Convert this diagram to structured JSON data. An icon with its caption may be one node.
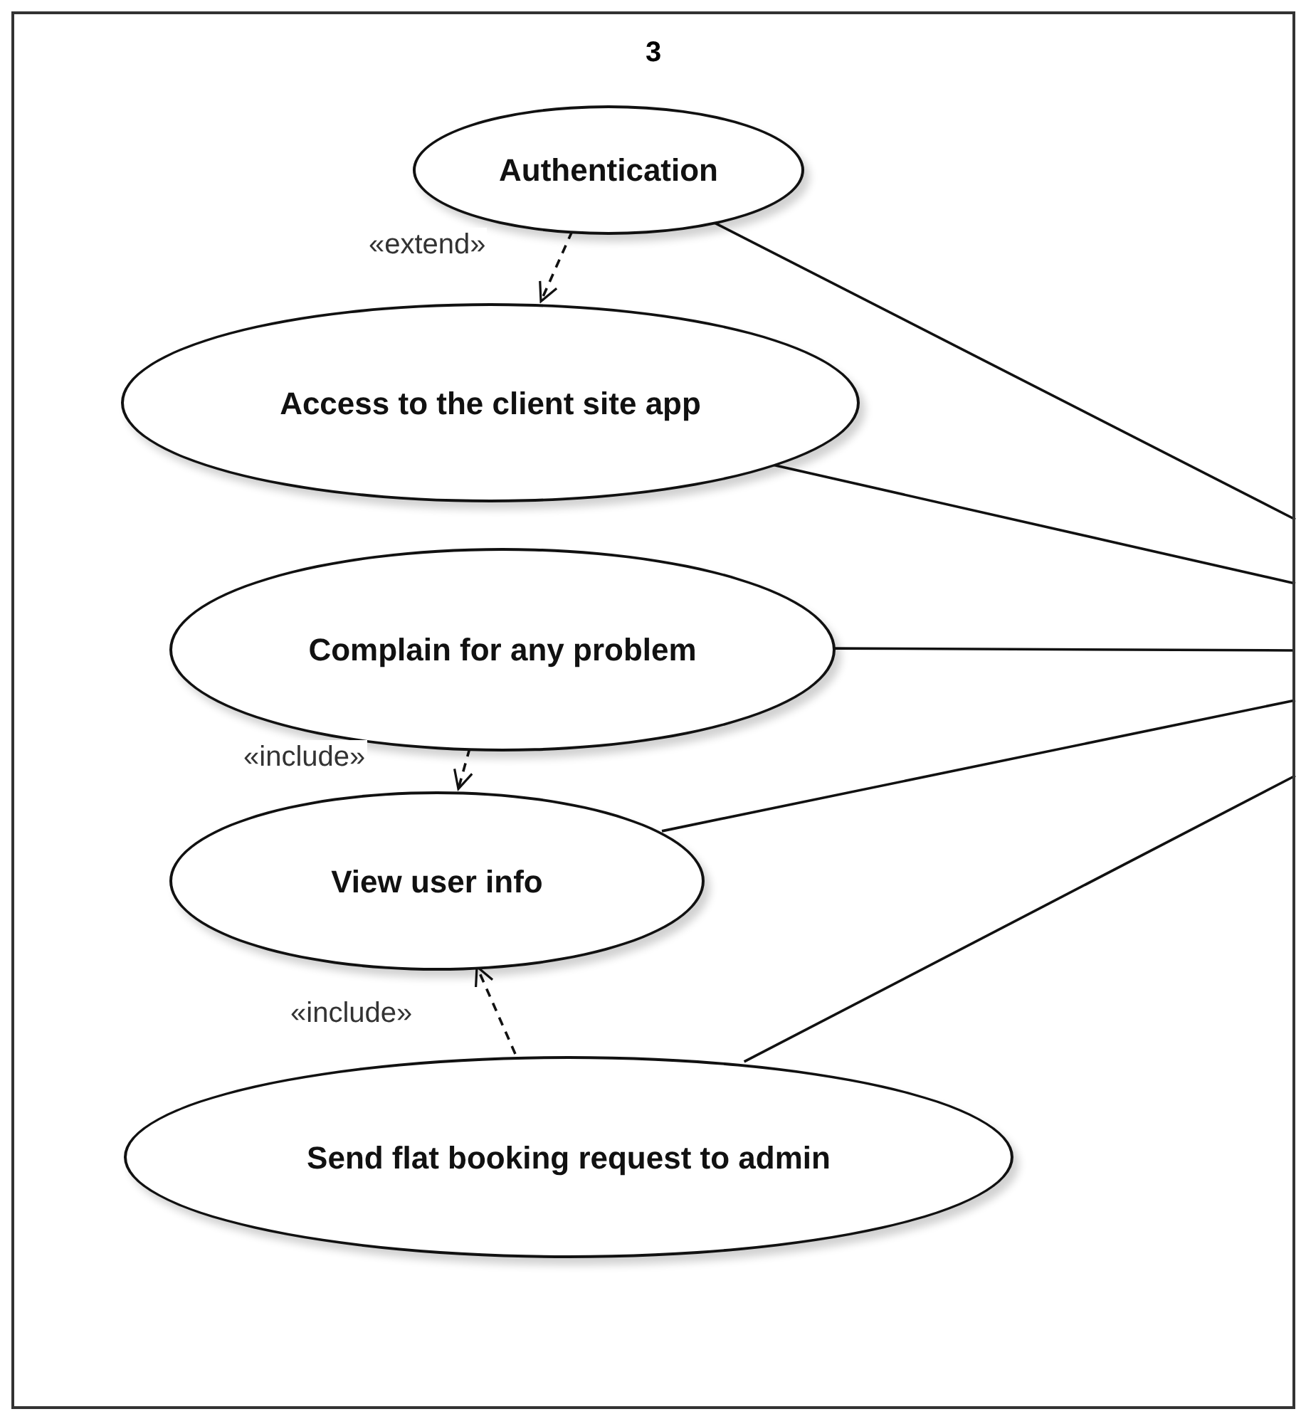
{
  "diagram": {
    "nodes": [
      {
        "text": [
          "3"
        ]
      },
      {
        "text": [
          "Authentication"
        ],
        "in": 0
      },
      {
        "text": [
          "Access to the client site app"
        ],
        "in": 0
      },
      {
        "text": [
          "Complain for any problem"
        ],
        "in": 0
      },
      {
        "text": [
          "View user info"
        ],
        "in": 0
      },
      {
        "text": [
          "Send flat booking request to admin"
        ],
        "in": 0
      }
    ],
    "edges": [
      {
        "from": 1,
        "to": 2,
        "arrow": "to",
        "style": "dashed",
        "label": "«extend»"
      },
      {
        "from": 3,
        "to": 4,
        "arrow": "to",
        "style": "dashed",
        "label": "«include»"
      },
      {
        "from": 5,
        "to": 4,
        "arrow": "to",
        "style": "dashed",
        "label": "«include»"
      },
      {
        "from": 1,
        "to": null,
        "arrow": "none"
      },
      {
        "from": 2,
        "to": null,
        "arrow": "none"
      },
      {
        "from": 3,
        "to": null,
        "arrow": "none"
      },
      {
        "from": 4,
        "to": null,
        "arrow": "none"
      },
      {
        "from": 5,
        "to": null,
        "arrow": "none"
      }
    ]
  }
}
